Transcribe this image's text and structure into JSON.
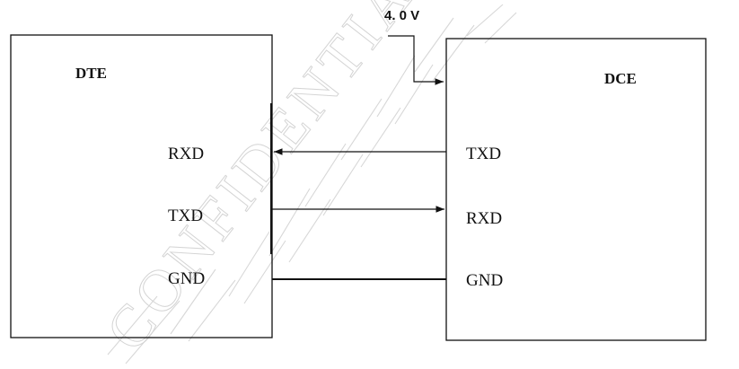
{
  "diagram": {
    "supply_label": "4. 0 V",
    "dte": {
      "title": "DTE",
      "pins": [
        "RXD",
        "TXD",
        "GND"
      ]
    },
    "dce": {
      "title": "DCE",
      "pins": [
        "TXD",
        "RXD",
        "GND"
      ]
    }
  },
  "watermark": {
    "text": "CONFIDENTIAL"
  }
}
